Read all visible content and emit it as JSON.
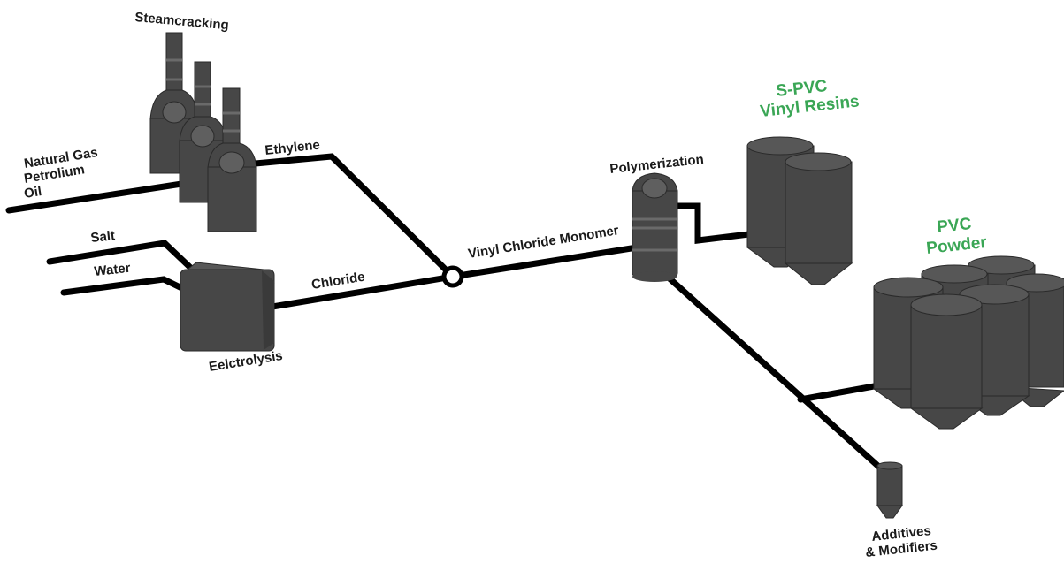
{
  "labels": {
    "steamcracking": "Steamcracking",
    "natural_gas": "Natural Gas",
    "petrolium": "Petrolium",
    "oil": "Oil",
    "ethylene": "Ethylene",
    "salt": "Salt",
    "water": "Water",
    "chloride": "Chloride",
    "electrolysis": "Eelctrolysis",
    "vcm": "Vinyl Chloride Monomer",
    "polymerization": "Polymerization",
    "spvc_line1": "S-PVC",
    "spvc_line2": "Vinyl Resins",
    "pvc_line1": "PVC",
    "pvc_line2": "Powder",
    "additives_line1": "Additives",
    "additives_line2": "& Modifiers"
  },
  "colors": {
    "pipe": "#000000",
    "equipment": "#474747",
    "product_label": "#3aa655"
  },
  "icons": {
    "steamcracker": "cracking-tower-icon",
    "electrolysis": "electrolysis-cell-icon",
    "reactor": "polymerization-reactor-icon",
    "silo": "storage-silo-icon",
    "junction": "junction-node-icon"
  }
}
